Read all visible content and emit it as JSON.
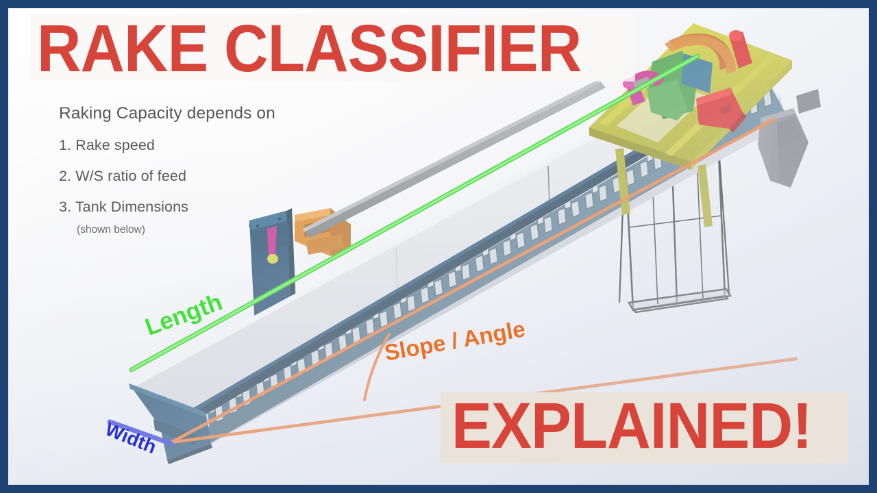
{
  "frame": {
    "border_color": "#1e4272",
    "canvas_background": "#f4f5f8"
  },
  "title": {
    "text": "RAKE CLASSIFIER",
    "color": "#d6443a",
    "background": "#f9f8f6"
  },
  "bullets": {
    "heading": "Raking Capacity depends on",
    "items": [
      "1. Rake speed",
      "2. W/S ratio of feed",
      "3. Tank Dimensions"
    ],
    "note": "(shown below)",
    "text_color": "#5a5a5e"
  },
  "banner": {
    "text": "EXPLAINED!",
    "color": "#d6443a",
    "background": "#e9e3d9"
  },
  "annotations": [
    {
      "name": "length",
      "label": "Length",
      "color": "#44e03c"
    },
    {
      "name": "slope-angle",
      "label": "Slope / Angle",
      "color": "#e8722c"
    },
    {
      "name": "width",
      "label": "Width",
      "color": "#2731d6"
    }
  ],
  "illustration": {
    "subject": "rake classifier 3d cad model",
    "colors": {
      "tank_body": "#1d4a70",
      "tank_body_dark": "#143754",
      "rake_teeth": "#466b7f",
      "trough_surface": "#c9ccd1",
      "trough_surface_light": "#dcdee2",
      "drive_platform": "#c3c22a",
      "drive_red": "#d61f1f",
      "drive_green": "#3f9b3f",
      "drive_magenta": "#c2258c",
      "drive_orange": "#d8821f",
      "drive_teal": "#2d6f93",
      "lift_rod": "#8e9194",
      "chute": "#7e8286",
      "frame_lines": "#2a2a2a"
    },
    "parts": [
      "inclined rake tank",
      "rake teeth row",
      "drive mechanism housing",
      "lift rod",
      "left support column with orange clamp",
      "right support frame",
      "discharge chute"
    ]
  },
  "chart_data": {
    "type": "table",
    "title": "Raking Capacity depends on",
    "categories": [
      "Rake speed",
      "W/S ratio of feed",
      "Tank Dimensions"
    ],
    "values": [
      1,
      2,
      3
    ],
    "xlabel": "",
    "ylabel": "",
    "annotations": [
      "Length",
      "Slope / Angle",
      "Width"
    ]
  }
}
